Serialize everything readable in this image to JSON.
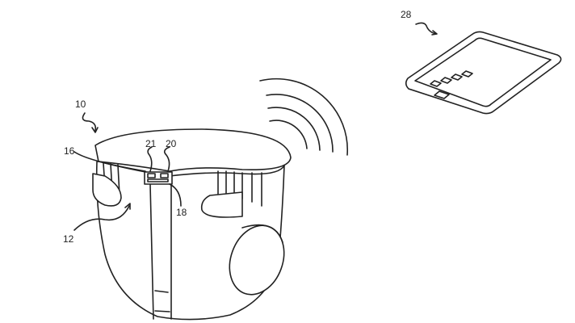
{
  "figure": {
    "labels": {
      "phone": "28",
      "article": "10",
      "waistband": "16",
      "sensor_a": "21",
      "sensor_b": "20",
      "sensor_module": "18",
      "diaper_body": "12"
    }
  }
}
